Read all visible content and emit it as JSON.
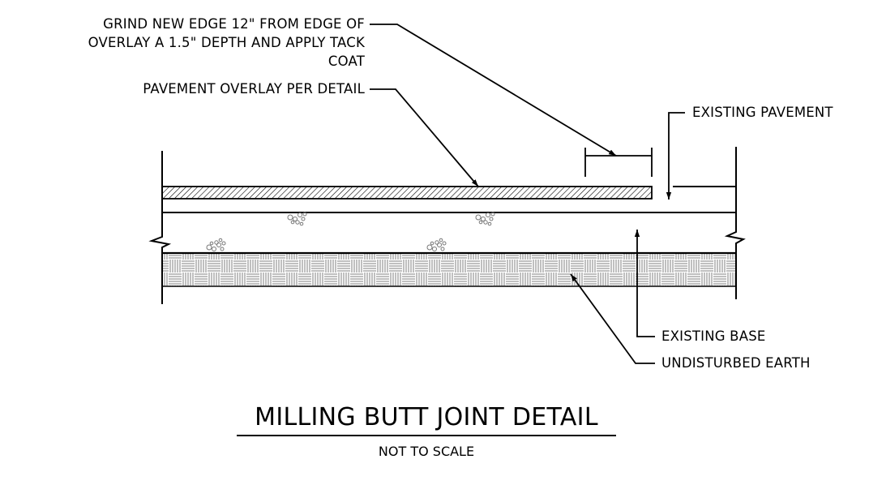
{
  "callouts": {
    "grind_line1": "GRIND NEW EDGE 12\" FROM EDGE OF",
    "grind_line2": "OVERLAY A 1.5\" DEPTH AND APPLY TACK",
    "grind_line3": "COAT",
    "overlay": "PAVEMENT OVERLAY PER DETAIL",
    "existing_pavement": "EXISTING PAVEMENT",
    "existing_base": "EXISTING BASE",
    "undisturbed_earth": "UNDISTURBED EARTH"
  },
  "title": {
    "main": "MILLING BUTT JOINT DETAIL",
    "scale_note": "NOT TO SCALE"
  }
}
